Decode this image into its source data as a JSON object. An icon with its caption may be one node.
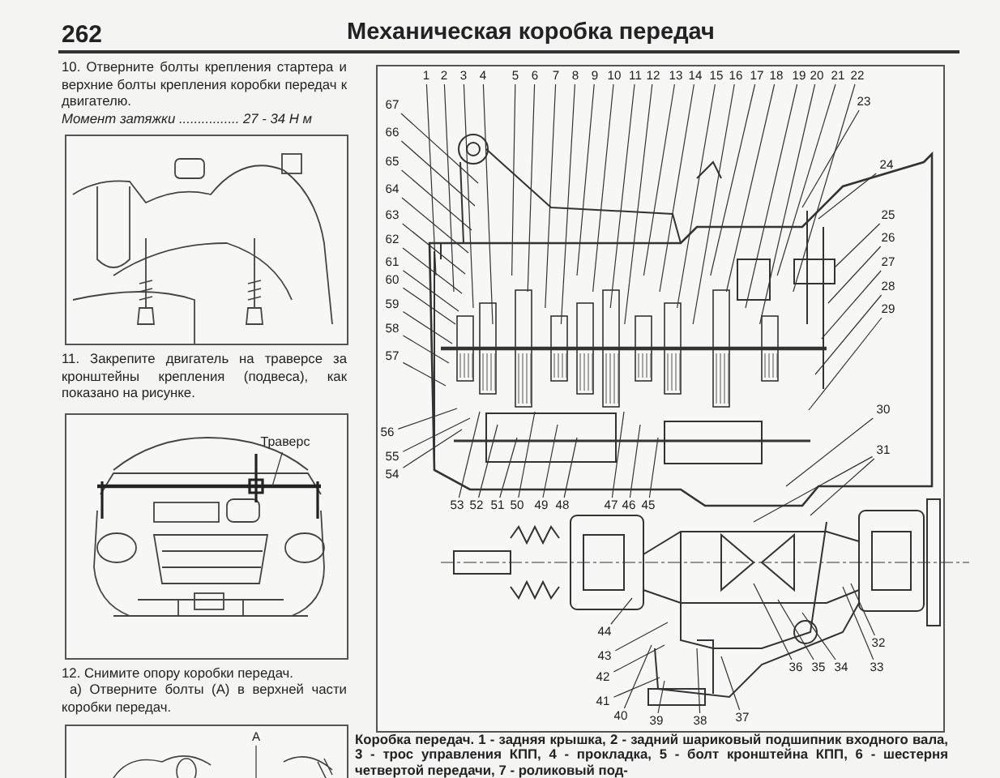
{
  "diagram": {
    "title": "Механическая коробка передач",
    "caption": "Коробка передач. 1 - задняя крышка, 2 - задний шариковый подшипник входного вала, 3 - трос управления КПП, 4 - прокладка, 5 - болт кронштейна КПП, 6 - шестерня четвертой передачи, 7 - роликовый под-",
    "nodes": [
      {
        "text": [
          "1"
        ]
      },
      {
        "text": [
          "2"
        ]
      },
      {
        "text": [
          "3"
        ]
      },
      {
        "text": [
          "4"
        ]
      },
      {
        "text": [
          "5"
        ]
      },
      {
        "text": [
          "6"
        ]
      },
      {
        "text": [
          "7"
        ]
      },
      {
        "text": [
          "8"
        ]
      },
      {
        "text": [
          "9"
        ]
      },
      {
        "text": [
          "10"
        ]
      },
      {
        "text": [
          "11"
        ]
      },
      {
        "text": [
          "12"
        ]
      },
      {
        "text": [
          "13"
        ]
      },
      {
        "text": [
          "14"
        ]
      },
      {
        "text": [
          "15"
        ]
      },
      {
        "text": [
          "16"
        ]
      },
      {
        "text": [
          "17"
        ]
      },
      {
        "text": [
          "18"
        ]
      },
      {
        "text": [
          "19"
        ]
      },
      {
        "text": [
          "20"
        ]
      },
      {
        "text": [
          "21"
        ]
      },
      {
        "text": [
          "22"
        ]
      },
      {
        "text": [
          "23"
        ]
      },
      {
        "text": [
          "24"
        ]
      },
      {
        "text": [
          "25"
        ]
      },
      {
        "text": [
          "26"
        ]
      },
      {
        "text": [
          "27"
        ]
      },
      {
        "text": [
          "28"
        ]
      },
      {
        "text": [
          "29"
        ]
      },
      {
        "text": [
          "30"
        ]
      },
      {
        "text": [
          "31"
        ]
      },
      {
        "text": [
          "32"
        ]
      },
      {
        "text": [
          "33"
        ]
      },
      {
        "text": [
          "34"
        ]
      },
      {
        "text": [
          "35"
        ]
      },
      {
        "text": [
          "36"
        ]
      },
      {
        "text": [
          "37"
        ]
      },
      {
        "text": [
          "38"
        ]
      },
      {
        "text": [
          "39"
        ]
      },
      {
        "text": [
          "40"
        ]
      },
      {
        "text": [
          "41"
        ]
      },
      {
        "text": [
          "42"
        ]
      },
      {
        "text": [
          "43"
        ]
      },
      {
        "text": [
          "44"
        ]
      },
      {
        "text": [
          "45"
        ]
      },
      {
        "text": [
          "46"
        ]
      },
      {
        "text": [
          "47"
        ]
      },
      {
        "text": [
          "48"
        ]
      },
      {
        "text": [
          "49"
        ]
      },
      {
        "text": [
          "50"
        ]
      },
      {
        "text": [
          "51"
        ]
      },
      {
        "text": [
          "52"
        ]
      },
      {
        "text": [
          "53"
        ]
      },
      {
        "text": [
          "54"
        ]
      },
      {
        "text": [
          "55"
        ]
      },
      {
        "text": [
          "56"
        ]
      },
      {
        "text": [
          "57"
        ]
      },
      {
        "text": [
          "58"
        ]
      },
      {
        "text": [
          "59"
        ]
      },
      {
        "text": [
          "60"
        ]
      },
      {
        "text": [
          "61"
        ]
      },
      {
        "text": [
          "62"
        ]
      },
      {
        "text": [
          "63"
        ]
      },
      {
        "text": [
          "64"
        ]
      },
      {
        "text": [
          "65"
        ]
      },
      {
        "text": [
          "66"
        ]
      },
      {
        "text": [
          "67"
        ]
      },
      {
        "text": [
          "Траверс"
        ]
      },
      {
        "text": [
          "A"
        ]
      }
    ],
    "edges": [
      {
        "from": 0,
        "to": null,
        "arrow": "none"
      },
      {
        "from": 1,
        "to": null,
        "arrow": "none"
      },
      {
        "from": 2,
        "to": null,
        "arrow": "none"
      },
      {
        "from": 3,
        "to": null,
        "arrow": "none"
      },
      {
        "from": 4,
        "to": null,
        "arrow": "none"
      },
      {
        "from": 5,
        "to": null,
        "arrow": "none"
      },
      {
        "from": 6,
        "to": null,
        "arrow": "none"
      },
      {
        "from": 7,
        "to": null,
        "arrow": "none"
      },
      {
        "from": 8,
        "to": null,
        "arrow": "none"
      },
      {
        "from": 9,
        "to": null,
        "arrow": "none"
      },
      {
        "from": 10,
        "to": null,
        "arrow": "none"
      },
      {
        "from": 11,
        "to": null,
        "arrow": "none"
      },
      {
        "from": 12,
        "to": null,
        "arrow": "none"
      },
      {
        "from": 13,
        "to": null,
        "arrow": "none"
      },
      {
        "from": 14,
        "to": null,
        "arrow": "none"
      },
      {
        "from": 15,
        "to": null,
        "arrow": "none"
      },
      {
        "from": 16,
        "to": null,
        "arrow": "none"
      },
      {
        "from": 17,
        "to": null,
        "arrow": "none"
      },
      {
        "from": 18,
        "to": null,
        "arrow": "none"
      },
      {
        "from": 19,
        "to": null,
        "arrow": "none"
      },
      {
        "from": 20,
        "to": null,
        "arrow": "none"
      },
      {
        "from": 21,
        "to": null,
        "arrow": "none"
      },
      {
        "from": 22,
        "to": null,
        "arrow": "none"
      },
      {
        "from": 23,
        "to": null,
        "arrow": "none"
      },
      {
        "from": 24,
        "to": null,
        "arrow": "none"
      },
      {
        "from": 25,
        "to": null,
        "arrow": "none"
      },
      {
        "from": 26,
        "to": null,
        "arrow": "none"
      },
      {
        "from": 27,
        "to": null,
        "arrow": "none"
      },
      {
        "from": 28,
        "to": null,
        "arrow": "none"
      },
      {
        "from": 29,
        "to": null,
        "arrow": "none"
      },
      {
        "from": 30,
        "to": null,
        "arrow": "none"
      },
      {
        "from": 31,
        "to": null,
        "arrow": "none"
      },
      {
        "from": 32,
        "to": null,
        "arrow": "none"
      },
      {
        "from": 33,
        "to": null,
        "arrow": "none"
      },
      {
        "from": 34,
        "to": null,
        "arrow": "none"
      },
      {
        "from": 35,
        "to": null,
        "arrow": "none"
      },
      {
        "from": 36,
        "to": null,
        "arrow": "none"
      },
      {
        "from": 37,
        "to": null,
        "arrow": "none"
      },
      {
        "from": 38,
        "to": null,
        "arrow": "none"
      },
      {
        "from": 39,
        "to": null,
        "arrow": "none"
      },
      {
        "from": 40,
        "to": null,
        "arrow": "none"
      },
      {
        "from": 41,
        "to": null,
        "arrow": "none"
      },
      {
        "from": 42,
        "to": null,
        "arrow": "none"
      },
      {
        "from": 43,
        "to": null,
        "arrow": "none"
      },
      {
        "from": 44,
        "to": null,
        "arrow": "none"
      },
      {
        "from": 45,
        "to": null,
        "arrow": "none"
      },
      {
        "from": 46,
        "to": null,
        "arrow": "none"
      },
      {
        "from": 47,
        "to": null,
        "arrow": "none"
      },
      {
        "from": 48,
        "to": null,
        "arrow": "none"
      },
      {
        "from": 49,
        "to": null,
        "arrow": "none"
      },
      {
        "from": 50,
        "to": null,
        "arrow": "none"
      },
      {
        "from": 51,
        "to": null,
        "arrow": "none"
      },
      {
        "from": 52,
        "to": null,
        "arrow": "none"
      },
      {
        "from": 53,
        "to": null,
        "arrow": "none"
      },
      {
        "from": 54,
        "to": null,
        "arrow": "none"
      },
      {
        "from": 55,
        "to": null,
        "arrow": "none"
      },
      {
        "from": 56,
        "to": null,
        "arrow": "none"
      },
      {
        "from": 57,
        "to": null,
        "arrow": "none"
      },
      {
        "from": 58,
        "to": null,
        "arrow": "none"
      },
      {
        "from": 59,
        "to": null,
        "arrow": "none"
      },
      {
        "from": 60,
        "to": null,
        "arrow": "none"
      },
      {
        "from": 61,
        "to": null,
        "arrow": "none"
      },
      {
        "from": 62,
        "to": null,
        "arrow": "none"
      },
      {
        "from": 63,
        "to": null,
        "arrow": "none"
      },
      {
        "from": 64,
        "to": null,
        "arrow": "none"
      },
      {
        "from": 65,
        "to": null,
        "arrow": "none"
      },
      {
        "from": 66,
        "to": null,
        "arrow": "none"
      },
      {
        "from": 30,
        "to": null,
        "arrow": "none"
      },
      {
        "from": 67,
        "to": null,
        "arrow": "none"
      },
      {
        "from": 68,
        "to": null,
        "arrow": "none"
      }
    ],
    "labels": [
      "262",
      "10. Отверните болты крепления стартера и верхние болты крепления коробки передач к двигателю.",
      "Момент затяжки ................ 27 - 34 Н м",
      "11. Закрепите двигатель на траверсе за кронштейны крепления (подвеса), как показано на рисунке.",
      "12. Снимите опору коробки передач.",
      "а) Отверните болты (А) в верхней части коробки передач."
    ]
  }
}
